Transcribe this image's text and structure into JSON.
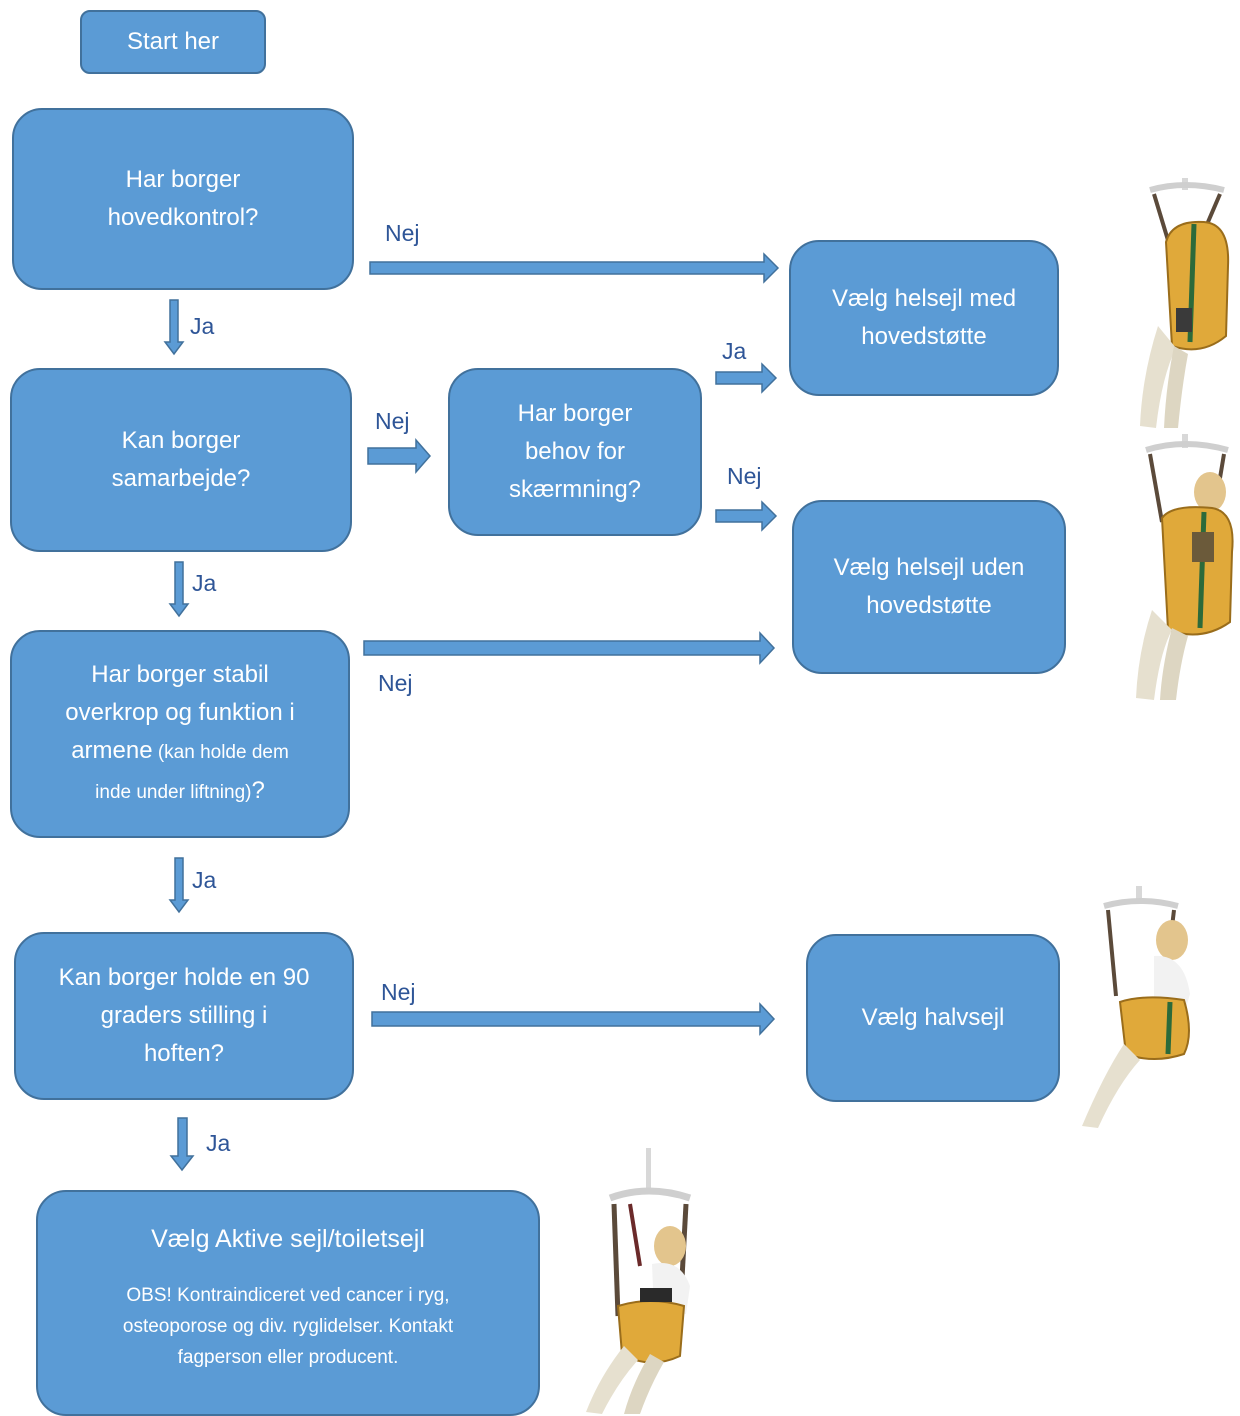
{
  "flowchart": {
    "start": "Start her",
    "q1": [
      "Har borger",
      "hovedkontrol?"
    ],
    "q2": [
      "Kan borger",
      "samarbejde?"
    ],
    "q3": [
      "Har borger",
      "behov for",
      "skærmning?"
    ],
    "q4": {
      "line1": "Har borger stabil",
      "line2": "overkrop og funktion i",
      "line3_main": "armene",
      "line3_small": " (kan holde dem",
      "line4_small": "inde under liftning)",
      "line4_end": "?"
    },
    "q5": [
      "Kan borger holde en 90",
      "graders stilling i",
      "hoften?"
    ],
    "r1": [
      "Vælg helsejl med",
      "hovedstøtte"
    ],
    "r2": [
      "Vælg helsejl uden",
      "hovedstøtte"
    ],
    "r3": "Vælg halvsejl",
    "r4": {
      "title": "Vælg Aktive sejl/toiletsejl",
      "note": [
        "OBS! Kontraindiceret ved cancer i ryg,",
        "osteoporose og div. ryglidelser. Kontakt",
        "fagperson eller producent."
      ]
    },
    "labels": {
      "nej1": "Nej",
      "ja1": "Ja",
      "nej2": "Nej",
      "ja3": "Ja",
      "nej3": "Nej",
      "ja2": "Ja",
      "nej4": "Nej",
      "ja4": "Ja",
      "nej5": "Nej",
      "ja5": "Ja"
    }
  },
  "colors": {
    "box_fill": "#5b9bd5",
    "box_border": "#41719c",
    "label_text": "#2e5597",
    "sling": "#e0a93a",
    "stripe": "#2c6a3a"
  },
  "icons": [
    "sling-with-headrest-image",
    "sling-without-headrest-image",
    "half-sling-image",
    "active-toilet-sling-image"
  ]
}
